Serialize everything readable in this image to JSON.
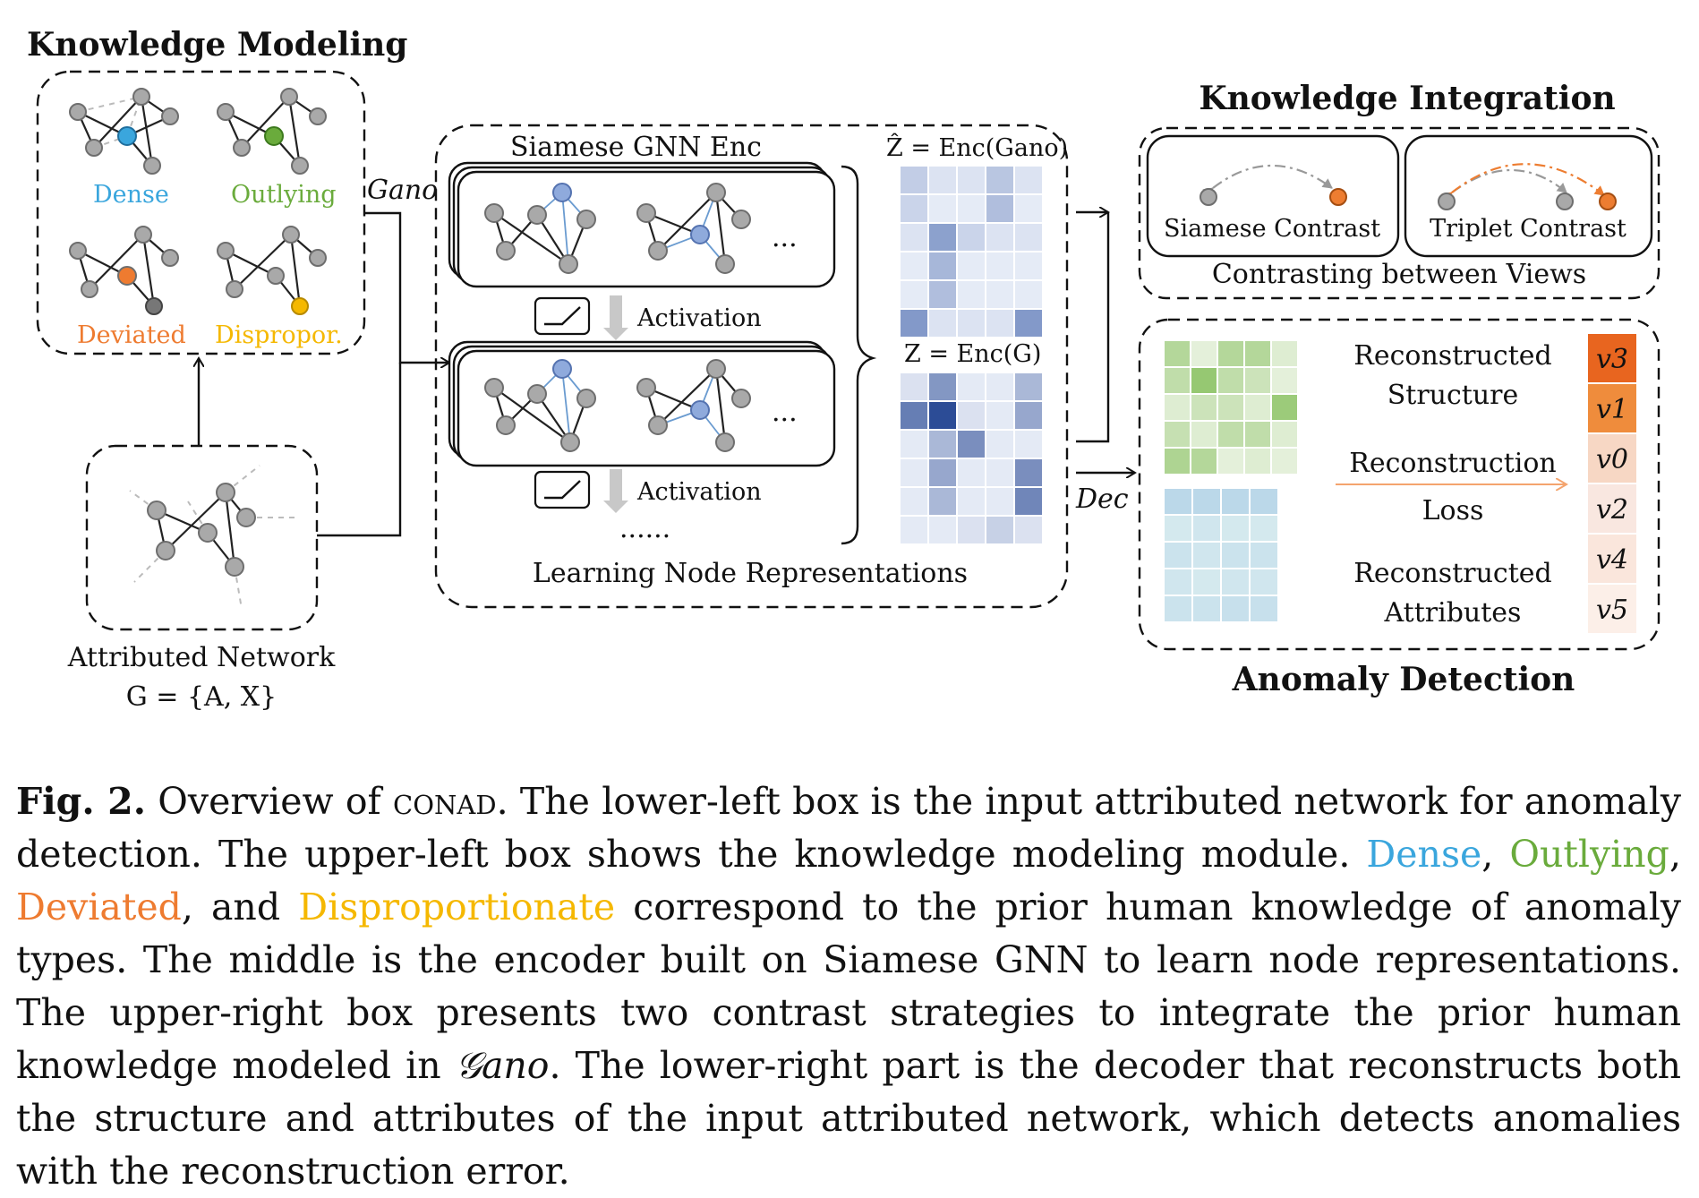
{
  "titles": {
    "knowledge_modeling": "Knowledge Modeling",
    "knowledge_integration": "Knowledge Integration",
    "anomaly_detection": "Anomaly Detection"
  },
  "anomaly_types": {
    "dense": "Dense",
    "outlying": "Outlying",
    "deviated": "Deviated",
    "dispropor": "Dispropor."
  },
  "input": {
    "label": "Attributed Network",
    "formula": "G = {A, X}"
  },
  "edge_labels": {
    "g_ano": "Gano",
    "dec": "Dec"
  },
  "encoder": {
    "title": "Siamese GNN Enc",
    "activation_1": "Activation",
    "activation_2": "Activation",
    "ellipsis_1": "...",
    "ellipsis_2": "...",
    "more": "......",
    "footer": "Learning Node Representations"
  },
  "matrices": {
    "z_hat_label": "Ẑ = Enc(Gano)",
    "z_label": "Z = Enc(G)",
    "z_hat_cells": [
      [
        0.25,
        0.1,
        0.1,
        0.3,
        0.1
      ],
      [
        0.2,
        0.05,
        0.05,
        0.35,
        0.05
      ],
      [
        0.1,
        0.55,
        0.2,
        0.1,
        0.1
      ],
      [
        0.05,
        0.4,
        0.05,
        0.05,
        0.05
      ],
      [
        0.05,
        0.35,
        0.05,
        0.05,
        0.05
      ],
      [
        0.6,
        0.1,
        0.1,
        0.1,
        0.6
      ]
    ],
    "z_cells": [
      [
        0.1,
        0.55,
        0.05,
        0.05,
        0.35
      ],
      [
        0.7,
        1.0,
        0.1,
        0.05,
        0.45
      ],
      [
        0.05,
        0.35,
        0.6,
        0.05,
        0.05
      ],
      [
        0.05,
        0.45,
        0.05,
        0.05,
        0.6
      ],
      [
        0.05,
        0.35,
        0.05,
        0.05,
        0.65
      ],
      [
        0.05,
        0.05,
        0.1,
        0.2,
        0.1
      ]
    ]
  },
  "integration": {
    "siamese": "Siamese Contrast",
    "triplet": "Triplet Contrast",
    "footer": "Contrasting between Views"
  },
  "detection": {
    "rec_structure_1": "Reconstructed",
    "rec_structure_2": "Structure",
    "loss_1": "Reconstruction",
    "loss_2": "Loss",
    "rec_attr_1": "Reconstructed",
    "rec_attr_2": "Attributes",
    "ranking": [
      "v3",
      "v1",
      "v0",
      "v2",
      "v4",
      "v5"
    ],
    "ranking_colors": [
      "#e8651f",
      "#ef8c3c",
      "#f7d7c4",
      "#f9e7e0",
      "#fae6dc",
      "#fcefe8"
    ],
    "structure_cells": [
      [
        0.5,
        0.1,
        0.5,
        0.5,
        0.15
      ],
      [
        0.4,
        0.75,
        0.4,
        0.3,
        0.1
      ],
      [
        0.15,
        0.3,
        0.3,
        0.15,
        0.7
      ],
      [
        0.35,
        0.15,
        0.4,
        0.4,
        0.15
      ],
      [
        0.55,
        0.5,
        0.1,
        0.15,
        0.1
      ]
    ],
    "attribute_cells": [
      [
        0.5,
        0.5,
        0.5,
        0.5
      ],
      [
        0.2,
        0.25,
        0.2,
        0.2
      ],
      [
        0.3,
        0.25,
        0.3,
        0.3
      ],
      [
        0.25,
        0.2,
        0.25,
        0.25
      ],
      [
        0.3,
        0.3,
        0.35,
        0.35
      ]
    ]
  },
  "caption": {
    "fig": "Fig. 2.",
    "seg1": " Overview of ",
    "method": "conad",
    "seg2": ". The lower-left box is the input attributed network for anomaly detection. The upper-left box shows the knowledge modeling module. ",
    "dense": "Dense",
    "comma1": ", ",
    "outlying": "Outlying",
    "comma2": ", ",
    "deviated": "Deviated",
    "seg3": ", and ",
    "disproportionate": "Disproportionate",
    "seg4": " correspond to the prior human knowledge of anomaly types. The middle is the encoder built on Siamese GNN to learn node representations. The upper-right box presents two contrast strategies to integrate the prior human knowledge modeled in ",
    "gano": "𝒢ano",
    "seg5": ". The lower-right part is the decoder that reconstructs both the structure and attributes of the input attributed network, which detects anomalies with the reconstruction error."
  },
  "colors": {
    "dense": "#3aa6dd",
    "outlying": "#6aab3c",
    "deviated": "#ee7b30",
    "dispropor": "#f5b800",
    "node": "#a9a9a9",
    "anomaly_orange": "#ed7d31",
    "encoder_blue": "#8faadc"
  }
}
